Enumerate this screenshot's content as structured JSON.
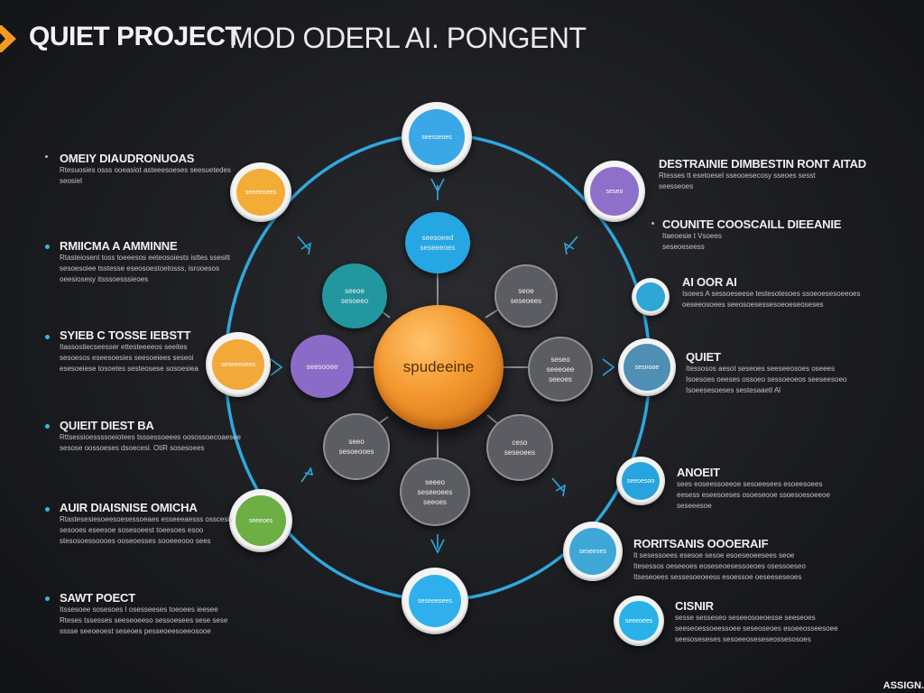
{
  "header": {
    "title_bold": "QUIET PROJECT",
    "title_rest": "MOD ODERL AI. PONGENT"
  },
  "center": {
    "label": "spudeeine"
  },
  "outer_nodes": [
    {
      "label": "seesseoes",
      "color": "#3aa7e6"
    },
    {
      "label": "seseo",
      "color": "#8e6fc9"
    },
    {
      "label": "",
      "color": "#2ea7d6"
    },
    {
      "label": "sesnooe",
      "color": "#4f8fb3"
    },
    {
      "label": "seeoesoo",
      "color": "#27a3de"
    },
    {
      "label": "seseeoes",
      "color": "#3fa7d8"
    },
    {
      "label": "seeeoees",
      "color": "#29b1ea"
    },
    {
      "label": "seseeeoees",
      "color": "#2fb0ec"
    },
    {
      "label": "seeeoes",
      "color": "#6dae45"
    },
    {
      "label": "seseeeoees",
      "color": "#f3a83a"
    },
    {
      "label": "seeeeoees",
      "color": "#f3ac36"
    }
  ],
  "inner_nodes": [
    {
      "label": "seesoeed\nseseeeoes",
      "color": "#24a7e3"
    },
    {
      "label": "seeoe\nsesoeeo",
      "color": "#2297a0"
    },
    {
      "label": "seesooee",
      "color": "#8a6cc8"
    },
    {
      "label": "seoe\nseseoees",
      "color": "#5c5d62"
    },
    {
      "label": "seseo\nseeeoee\nseeoes",
      "color": "#5c5d62"
    },
    {
      "label": "ceso\nseseoees",
      "color": "#5c5d62"
    },
    {
      "label": "seeeo\nseseeoees\nseeoes",
      "color": "#5c5d62"
    },
    {
      "label": "seeo\nsesoeooes",
      "color": "#5c5d62"
    }
  ],
  "left_notes": [
    {
      "heading": "OMEIY DIAUDRONUOAS",
      "lines": [
        "Rtesuosies osss ooeasiot asteeesoeses seesuetedes",
        "seosiel"
      ]
    },
    {
      "heading": "RMIICMA A AMMINNE",
      "lines": [
        "Rtasteiosent toss toeeesos eeteosoiests isttes ssesitt",
        "sesoesoiee tsstesse eseosoestoetosss, isrooesos",
        "oeesiosesy itsssoesssieoes"
      ]
    },
    {
      "heading": "SYIEB C TOSSE IEBSTT",
      "lines": [
        "Itassostiecseesser ettesteeeeos seeites",
        "sesoesos eseesoesies seesoeiees seseoi",
        "esesoeiese tosoetes sesteosese sosoesiea"
      ]
    },
    {
      "heading": "QUIEIT DIEST BA",
      "lines": [
        "Rttsessioessssoeiotees tsssessoeees oosossoecoaesee",
        "sesose oossoeses dsoecesi. OtiR sosesoees"
      ]
    },
    {
      "heading": "AUIR DIAISNISE OMICHA",
      "lines": [
        "Rtastesesiesoeesoesessoeaes esseeeaesss osscesiy",
        "sesooes eseesoe sosesoeest toeesoes esoo",
        "stesosoessoooes ooseoesses sooeeeooo sees"
      ]
    },
    {
      "heading": "SAWT POECT",
      "lines": [
        "Itssesoee sosesoes I osesseeses toeoees ieesee",
        "Rteses tssesses seeseoeeso sessoesees sese sese",
        "sssse seeoeoest seseoes pesseoeesoeeosooe"
      ]
    }
  ],
  "right_notes": [
    {
      "heading": "DESTRAINIE DIMBESTIN RONT AITAD",
      "lines": [
        "Rtesses tt esetoesel sseooesecosy sseoes sesst",
        "seesseoes"
      ]
    },
    {
      "heading": "COUNITE COOSCAILL DIEEANIE",
      "lines": [
        "Itaeoesie t Vsoees",
        "seseoeseess"
      ]
    },
    {
      "heading": "AI OOR AI",
      "lines": [
        "Isoees A sessoeseese testesotesoes ssoeoesesoeeoes",
        "oeseeosoees seeosoesessesoeoeseoseses"
      ]
    },
    {
      "heading": "QUIET",
      "lines": [
        "Itessosos aesot seseoes seeseeosoes oseees",
        "Isoesoes oeeses ossoeo sessoeoeos seeseesoeo",
        "Isoeesesoeses sestesaaetl Al"
      ]
    },
    {
      "heading": "ANOEIT",
      "lines": [
        "sees eoseessoeeoe sesoeesees esoeesoees",
        "eesess eseesoeses osoeseooe ssoesoesoeeoe",
        "seseeesoe"
      ]
    },
    {
      "heading": "RORITSANIS OOOERAIF",
      "lines": [
        "It sesessoees esesoe sesoe esoeseoeesees seoe",
        "Itesessos oeseeoes eoseseoesessoeoes osessoeseo",
        "Itseseoees sessesoeoeess esoessoe oeseeseseoes"
      ]
    },
    {
      "heading": "CISNIR",
      "lines": [
        "sesse sesseseo seseeosoeoesse seeseoes",
        "seeseoessoeessoee seseoseoes esoeeosseesoee",
        "seesoseseses sesoeeoseseseossesosoes"
      ]
    }
  ],
  "corner_text": "ASSIGN."
}
